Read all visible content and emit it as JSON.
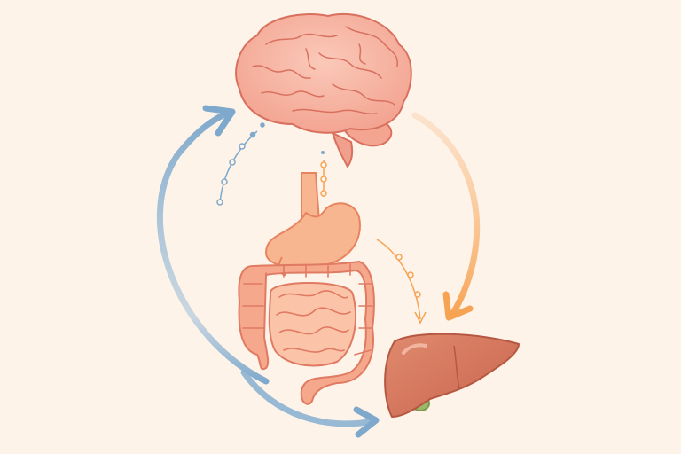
{
  "diagram": {
    "elements": [
      "brain",
      "stomach",
      "intestines",
      "liver",
      "gallbladder"
    ],
    "arrows": [
      {
        "from": "intestines",
        "to": "brain",
        "style": "blue-curved-arrow"
      },
      {
        "from": "brain",
        "to": "liver",
        "style": "orange-curved-arrow"
      },
      {
        "from": "intestines",
        "to": "liver",
        "style": "blue-curved-arrow"
      }
    ],
    "colors": {
      "background": "#fdf3e8",
      "brain": "#f6b4a3",
      "organ_outline": "#d9705f",
      "gut": "#f5a88c",
      "liver": "#d9735a",
      "gallbladder": "#9bb86a",
      "blue_arrow": "#7fa9cc",
      "orange_arrow": "#f7a354"
    }
  }
}
